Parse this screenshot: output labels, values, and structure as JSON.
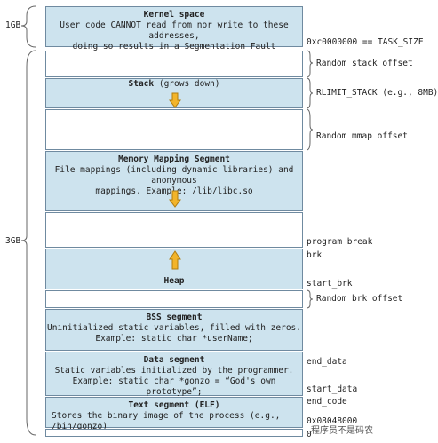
{
  "sizes": {
    "one_gb": "1GB",
    "three_gb": "3GB"
  },
  "segments": {
    "kernel": {
      "title": "Kernel space",
      "line1": "User code CANNOT read from nor write to these addresses,",
      "line2": "doing so results in a Segmentation Fault"
    },
    "stack": {
      "title": "Stack",
      "note": "(grows down)"
    },
    "mmap": {
      "title": "Memory Mapping Segment",
      "line1": "File mappings (including dynamic libraries) and anonymous",
      "line2": "mappings. Example: /lib/libc.so"
    },
    "heap": {
      "title": "Heap"
    },
    "bss": {
      "title": "BSS segment",
      "line1": "Uninitialized static variables, filled with zeros.",
      "line2": "Example: static char *userName;"
    },
    "data": {
      "title": "Data segment",
      "line1": "Static variables initialized by the programmer.",
      "line2": "Example: static char *gonzo = “God's own prototype”;"
    },
    "text": {
      "title": "Text segment (ELF)",
      "line1": "Stores the binary image of the process (e.g., /bin/gonzo)"
    }
  },
  "labels": {
    "task_size": "0xc0000000 == TASK_SIZE",
    "random_stack": "Random stack offset",
    "rlimit": "RLIMIT_STACK (e.g., 8MB)",
    "random_mmap": "Random mmap offset",
    "program_break": "program break",
    "brk": "brk",
    "start_brk": "start_brk",
    "random_brk": "Random brk offset",
    "end_data": "end_data",
    "start_data": "start_data",
    "end_code": "end_code",
    "text_addr": "0x08048000",
    "zero": "0"
  },
  "watermark": "程序员不是码农",
  "colors": {
    "segment_fill": "#cde3ee",
    "arrow_fill": "#f2b42a",
    "border": "#6f8aa0"
  }
}
